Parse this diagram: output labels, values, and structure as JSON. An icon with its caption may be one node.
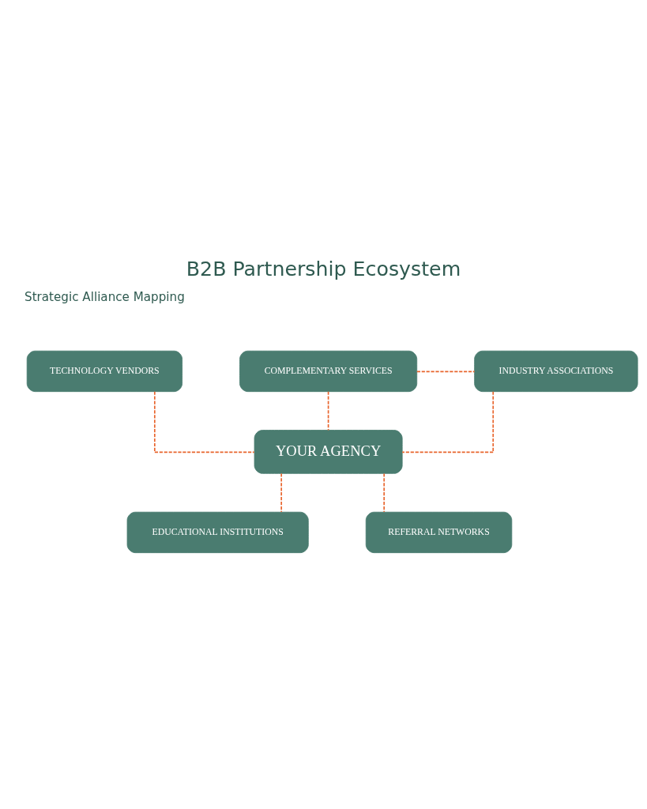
{
  "diagram": {
    "title": "B2B Partnership Ecosystem",
    "nodes": [
      {
        "text": [
          "TECHNOLOGY VENDORS"
        ]
      },
      {
        "text": [
          "COMPLEMENTARY SERVICES"
        ]
      },
      {
        "text": [
          "INDUSTRY ASSOCIATIONS"
        ]
      },
      {
        "text": [
          "YOUR AGENCY"
        ]
      },
      {
        "text": [
          "EDUCATIONAL INSTITUTIONS"
        ]
      },
      {
        "text": [
          "REFERRAL NETWORKS"
        ]
      }
    ],
    "edges": [
      {
        "from": 0,
        "to": 3,
        "arrow": "none",
        "style": "dashed",
        "color": "#e8642c"
      },
      {
        "from": 1,
        "to": 2,
        "arrow": "none",
        "style": "dashed",
        "color": "#e8642c"
      },
      {
        "from": 1,
        "to": 3,
        "arrow": "none",
        "style": "dashed",
        "color": "#e8642c"
      },
      {
        "from": 2,
        "to": 3,
        "arrow": "none",
        "style": "dashed",
        "color": "#e8642c"
      },
      {
        "from": 3,
        "to": 4,
        "arrow": "none",
        "style": "dashed",
        "color": "#e8642c"
      },
      {
        "from": 3,
        "to": 5,
        "arrow": "none",
        "style": "dashed",
        "color": "#e8642c"
      }
    ],
    "labels": [
      "Strategic Alliance Mapping"
    ]
  }
}
